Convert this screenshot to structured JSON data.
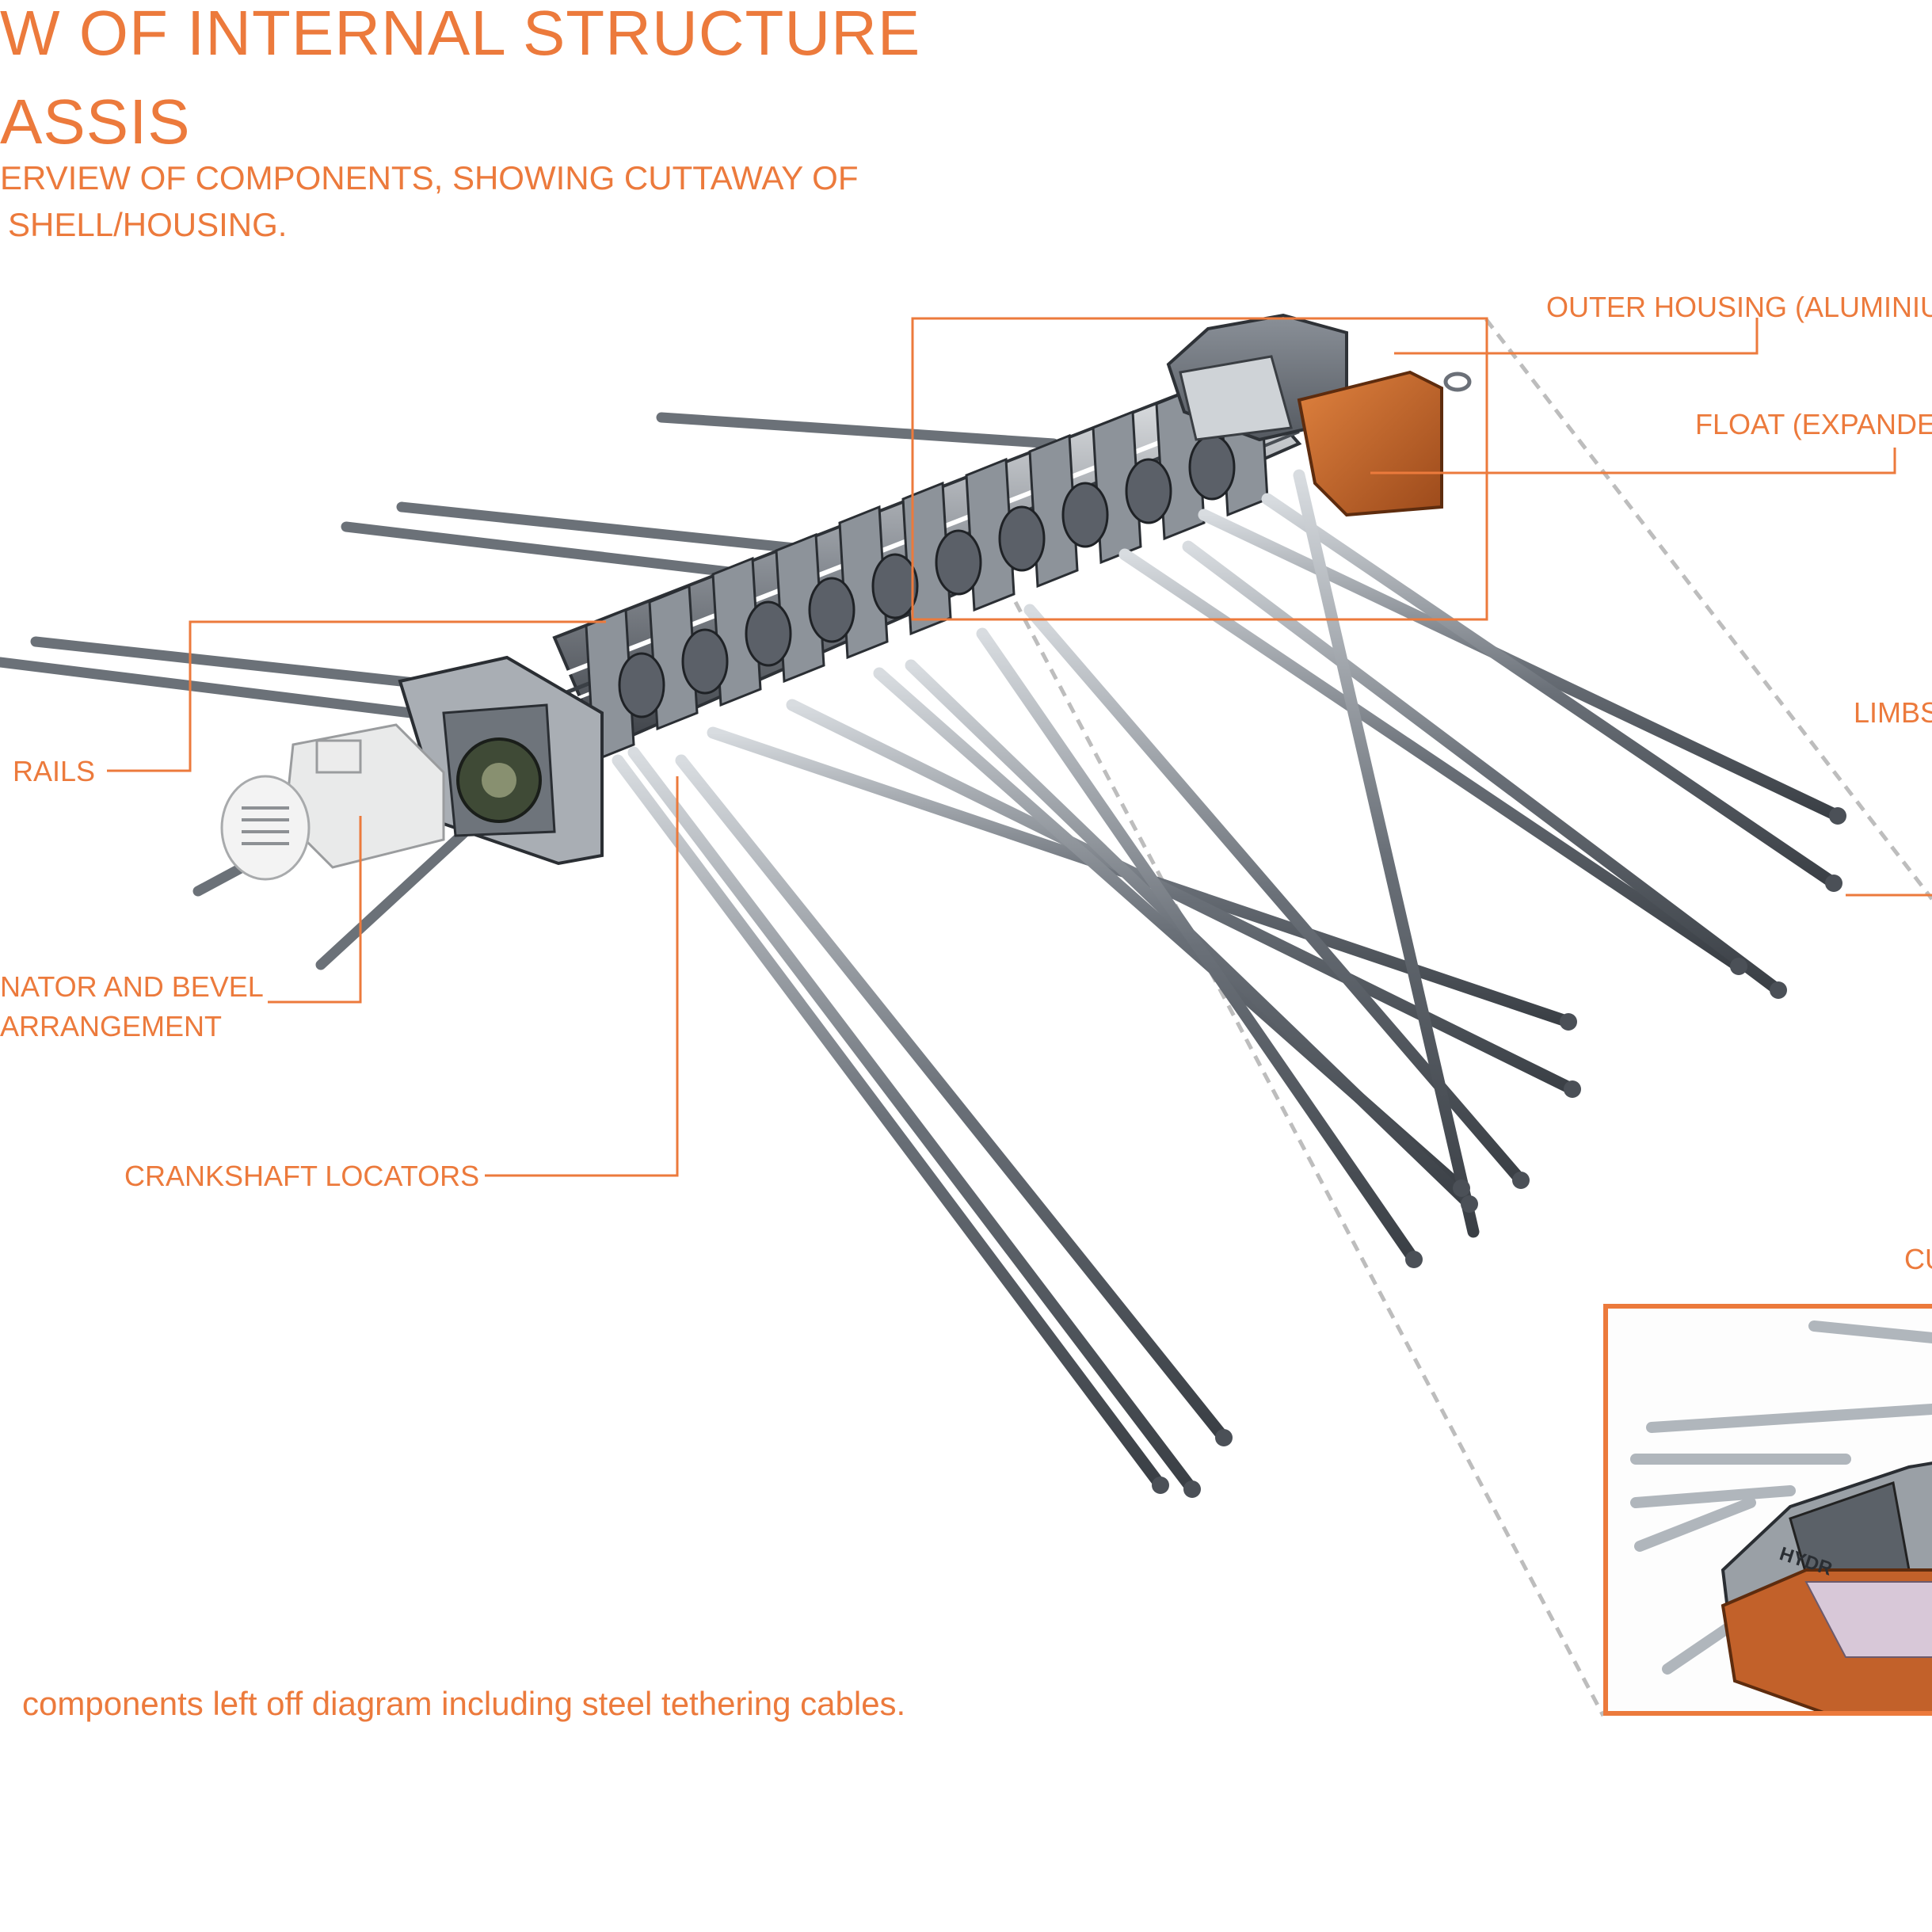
{
  "title": {
    "line1": "W OF INTERNAL STRUCTURE",
    "line2": "ASSIS"
  },
  "subtitle": {
    "line1": "ERVIEW OF COMPONENTS, SHOWING CUTTAWAY OF",
    "line2": "SHELL/HOUSING."
  },
  "labels": {
    "outer_housing": "OUTER HOUSING (ALUMINIU",
    "float": "FLOAT (EXPANDE",
    "limbs": "LIMBS",
    "rails": "RAILS",
    "generator_line1": "NATOR AND BEVEL",
    "generator_line2": "ARRANGEMENT",
    "crankshaft_locators": "CRANKSHAFT LOCATORS",
    "cutaway": "CU"
  },
  "inset": {
    "brand_text": "HYDR"
  },
  "note": "components left off diagram including steel tethering cables.",
  "colors": {
    "accent": "#ec7a3c",
    "steel": "#7a8088",
    "housing": "#6b7078",
    "float": "#c2612a"
  }
}
